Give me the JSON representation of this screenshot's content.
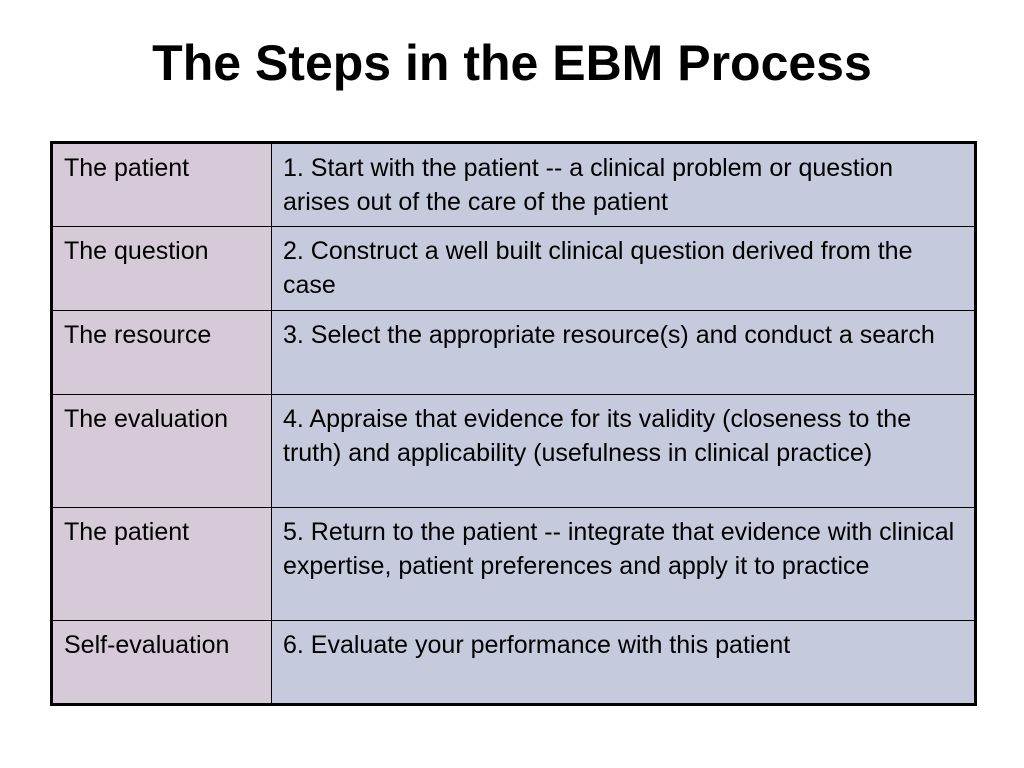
{
  "slide": {
    "title": "The Steps in the EBM Process"
  },
  "table": {
    "rows": [
      {
        "label": "The patient",
        "step": "1. Start with the patient -- a clinical problem or question arises out of the care of the patient"
      },
      {
        "label": "The question",
        "step": "2. Construct a well built clinical question derived from the case"
      },
      {
        "label": "The resource",
        "step": "3. Select the appropriate resource(s) and conduct a search"
      },
      {
        "label": "The evaluation",
        "step": "4. Appraise that evidence for its validity (closeness to the truth) and applicability (usefulness in clinical practice)"
      },
      {
        "label": "The patient",
        "step": "5. Return to the patient -- integrate that evidence with clinical expertise, patient preferences and apply it to practice"
      },
      {
        "label": "Self-evaluation",
        "step": "6. Evaluate your performance with this patient"
      }
    ]
  },
  "colors": {
    "label_cell_bg": "#d6cad9",
    "step_cell_bg": "#c6cadd"
  }
}
